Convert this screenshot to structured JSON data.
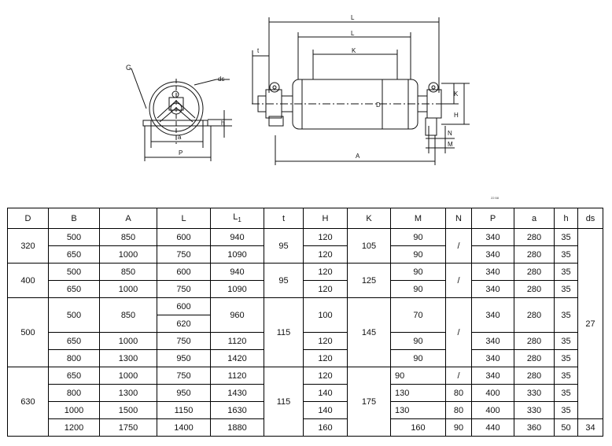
{
  "drawing": {
    "labels": {
      "G": "G",
      "ds": "ds",
      "h": "h",
      "a": "a",
      "P": "P",
      "L": "L",
      "L1": "L",
      "K": "K",
      "t": "t",
      "D": "D",
      "A": "A",
      "H": "H",
      "M": "M",
      "N": "N"
    }
  },
  "stamp": "22:58",
  "table": {
    "headers": {
      "D": "D",
      "B": "B",
      "A": "A",
      "L": "L",
      "L1_main": "L",
      "L1_sub": "1",
      "t": "t",
      "H": "H",
      "K": "K",
      "M": "M",
      "N": "N",
      "P": "P",
      "a": "a",
      "h": "h",
      "ds": "ds"
    },
    "g1": {
      "D": "320",
      "t": "95",
      "K": "105",
      "N": "/",
      "r1": {
        "B": "500",
        "A": "850",
        "L": "600",
        "L1": "940",
        "H": "120",
        "M": "90",
        "P": "340",
        "a": "280",
        "h": "35"
      },
      "r2": {
        "B": "650",
        "A": "1000",
        "L": "750",
        "L1": "1090",
        "H": "120",
        "M": "90",
        "P": "340",
        "a": "280",
        "h": "35"
      }
    },
    "g2": {
      "D": "400",
      "t": "95",
      "K": "125",
      "N": "/",
      "r1": {
        "B": "500",
        "A": "850",
        "L": "600",
        "L1": "940",
        "H": "120",
        "M": "90",
        "P": "340",
        "a": "280",
        "h": "35"
      },
      "r2": {
        "B": "650",
        "A": "1000",
        "L": "750",
        "L1": "1090",
        "H": "120",
        "M": "90",
        "P": "340",
        "a": "280",
        "h": "35"
      }
    },
    "g3": {
      "D": "500",
      "t": "115",
      "K": "145",
      "N": "/",
      "r1": {
        "B": "500",
        "A": "850",
        "L": "600",
        "L_b": "620",
        "L1": "960",
        "H": "100",
        "M": "70",
        "P": "340",
        "a": "280",
        "h": "35"
      },
      "r2": {
        "B": "650",
        "A": "1000",
        "L": "750",
        "L1": "1120",
        "H": "120",
        "M": "90",
        "P": "340",
        "a": "280",
        "h": "35"
      },
      "r3": {
        "B": "800",
        "A": "1300",
        "L": "950",
        "L1": "1420",
        "H": "120",
        "M": "90",
        "P": "340",
        "a": "280",
        "h": "35"
      }
    },
    "ds_main": "27",
    "g4": {
      "D": "630",
      "t": "115",
      "K": "175",
      "r1": {
        "B": "650",
        "A": "1000",
        "L": "750",
        "L1": "1120",
        "H": "120",
        "M": "90",
        "N": "/",
        "P": "340",
        "a": "280",
        "h": "35"
      },
      "r2": {
        "B": "800",
        "A": "1300",
        "L": "950",
        "L1": "1430",
        "H": "140",
        "M": "130",
        "N": "80",
        "P": "400",
        "a": "330",
        "h": "35"
      },
      "r3": {
        "B": "1000",
        "A": "1500",
        "L": "1150",
        "L1": "1630",
        "H": "140",
        "M": "130",
        "N": "80",
        "P": "400",
        "a": "330",
        "h": "35"
      },
      "r4": {
        "B": "1200",
        "A": "1750",
        "L": "1400",
        "L1": "1880",
        "H": "160",
        "M": "160",
        "N": "90",
        "P": "440",
        "a": "360",
        "h": "50",
        "ds": "34"
      }
    }
  }
}
